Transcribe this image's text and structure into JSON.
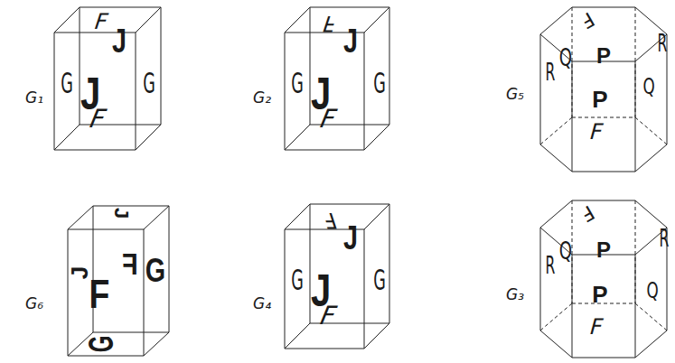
{
  "diagram": {
    "labels": [
      "G₁",
      "F",
      "J",
      "G",
      "J",
      "G",
      "F",
      "G₂",
      "F",
      "J",
      "G",
      "J",
      "G",
      "F",
      "G₅",
      "F",
      "P",
      "Q",
      "R",
      "R",
      "Q",
      "P",
      "F",
      "G₆",
      "J",
      "J",
      "F",
      "F",
      "G",
      "G",
      "G₄",
      "F",
      "J",
      "G",
      "J",
      "G",
      "F",
      "G₃",
      "F",
      "P",
      "Q",
      "R",
      "R",
      "Q",
      "P",
      "F"
    ]
  }
}
